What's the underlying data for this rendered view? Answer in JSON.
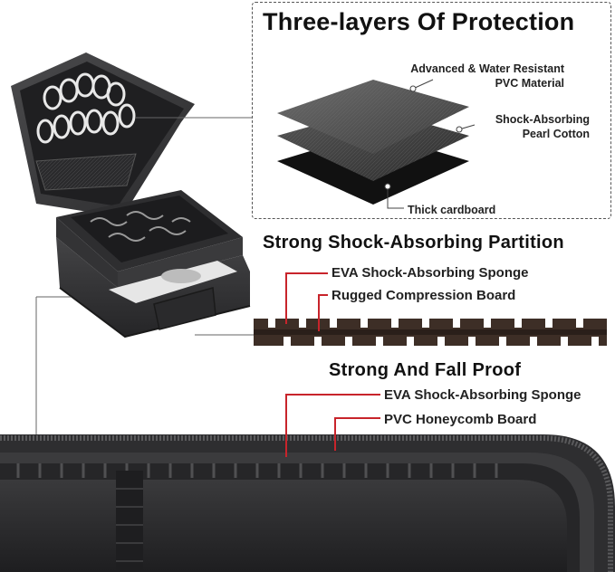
{
  "protection": {
    "title": "Three-layers Of Protection",
    "layers": [
      {
        "label_line1": "Advanced & Water Resistant",
        "label_line2": "PVC Material"
      },
      {
        "label_line1": "Shock-Absorbing",
        "label_line2": "Pearl Cotton"
      },
      {
        "label_line1": "Thick cardboard",
        "label_line2": ""
      }
    ]
  },
  "partition": {
    "title": "Strong Shock-Absorbing Partition",
    "labels": [
      "EVA Shock-Absorbing Sponge",
      "Rugged Compression Board"
    ]
  },
  "fall_proof": {
    "title": "Strong And Fall Proof",
    "labels": [
      "EVA Shock-Absorbing Sponge",
      "PVC Honeycomb Board"
    ]
  },
  "colors": {
    "accent_red": "#c8242b",
    "case_dark": "#3b3b3d",
    "case_darker": "#2a2a2c",
    "sponge_brown": "#3d2e26"
  }
}
